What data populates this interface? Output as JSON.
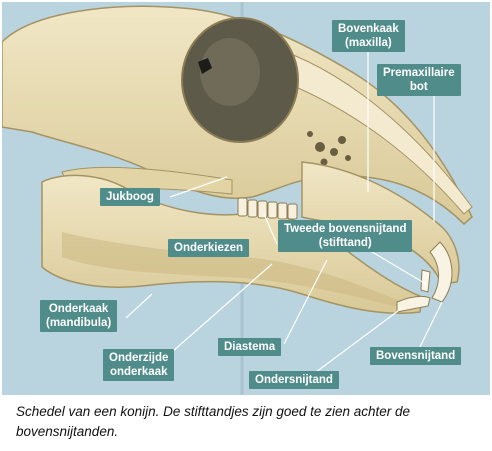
{
  "labels": {
    "bovenkaak": "Bovenkaak\n(maxilla)",
    "premaxillaire": "Premaxillaire\nbot",
    "jukboog": "Jukboog",
    "onderkiezen": "Onderkiezen",
    "tweede_snijtand": "Tweede bovensnijtand\n(stifttand)",
    "onderkaak": "Onderkaak\n(mandibula)",
    "onderzijde": "Onderzijde\nonderkaak",
    "diastema": "Diastema",
    "bovensnijtand": "Bovensnijtand",
    "ondersnijtand": "Ondersnijtand"
  },
  "caption": "Schedel van een konijn. De stifttandjes zijn goed te zien achter de bovensnijtanden.",
  "colors": {
    "background": "#b9d3df",
    "bone": "#e9dcb2",
    "bone_shadow": "#b9a877",
    "label_box": "#4f8c8a",
    "label_text": "#ffffff"
  }
}
